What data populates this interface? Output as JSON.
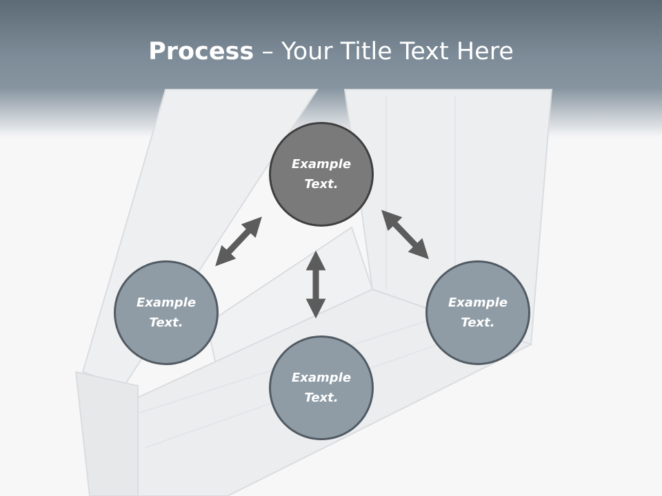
{
  "slide": {
    "title_bold": "Process",
    "title_rest": " – Your Title Text Here"
  },
  "nodes": {
    "top": "Example\nText.",
    "left": "Example\nText.",
    "right": "Example\nText.",
    "bottom": "Example\nText."
  },
  "colors": {
    "header": "#7c8b97",
    "node_center": "#7a7a7a",
    "node_side": "#8f9ca6",
    "arrow": "#5c5c5c"
  }
}
